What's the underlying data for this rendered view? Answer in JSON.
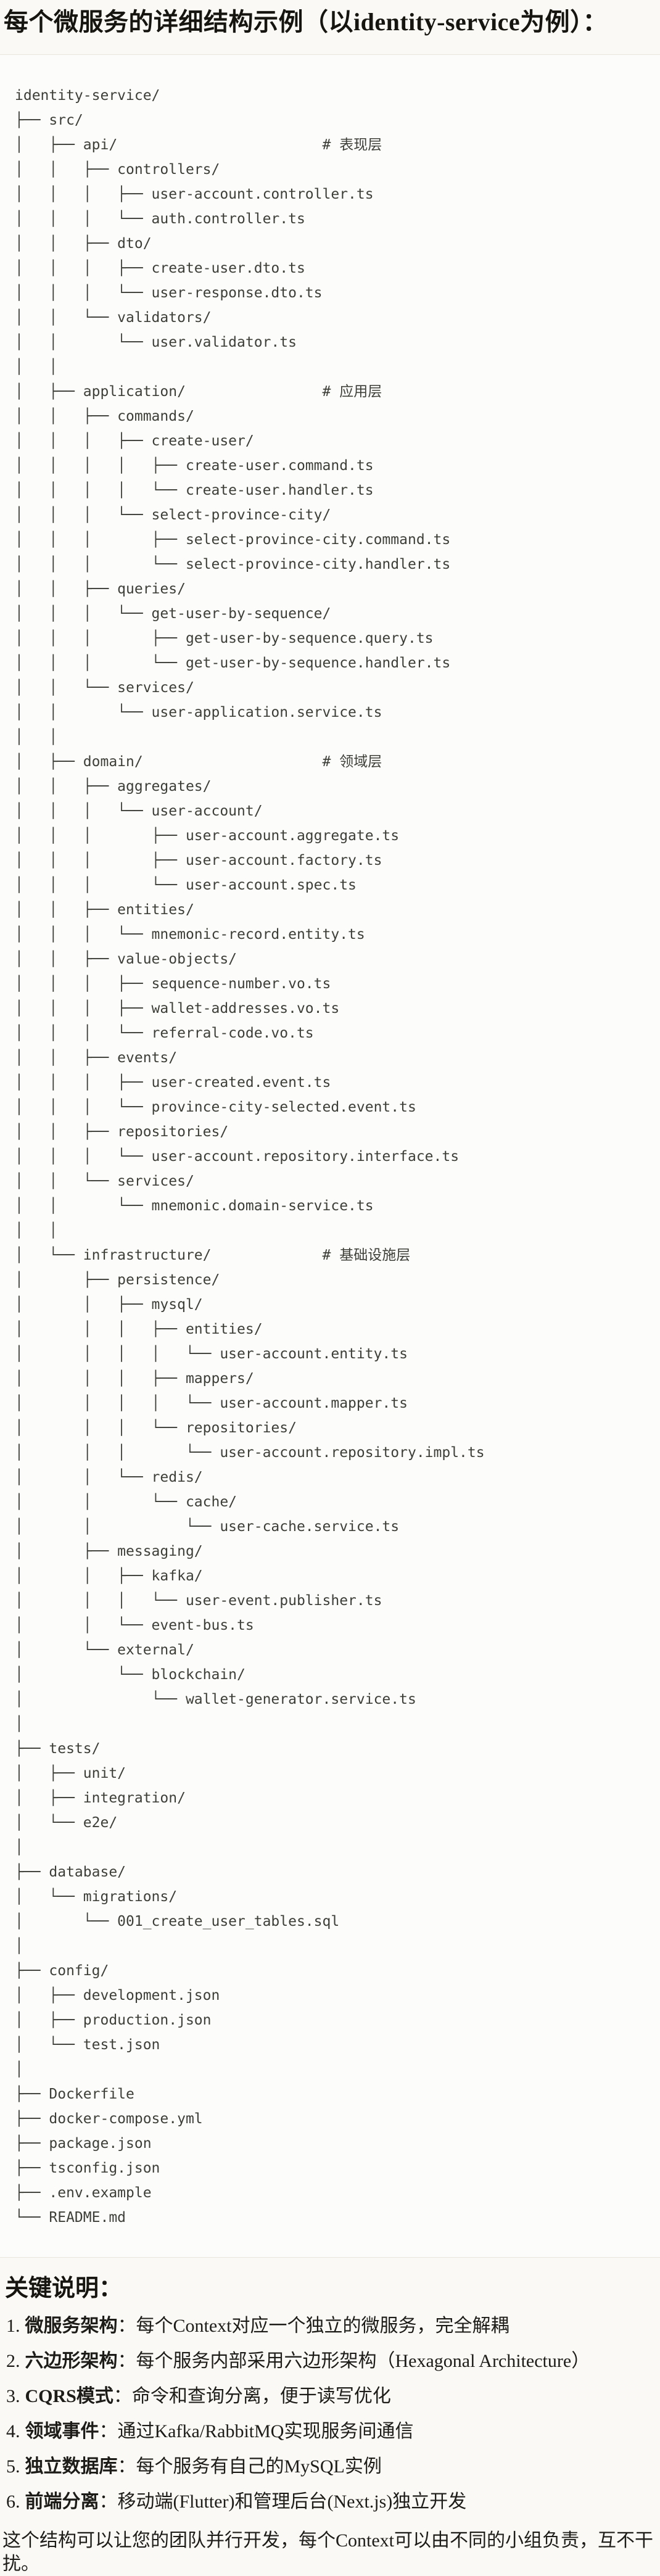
{
  "header": {
    "title": "每个微服务的详细结构示例（以identity-service为例）："
  },
  "code_block": {
    "language": "plaintext-tree",
    "tree_lines": [
      "identity-service/",
      "├── src/",
      "│   ├── api/                        # 表现层",
      "│   │   ├── controllers/",
      "│   │   │   ├── user-account.controller.ts",
      "│   │   │   └── auth.controller.ts",
      "│   │   ├── dto/",
      "│   │   │   ├── create-user.dto.ts",
      "│   │   │   └── user-response.dto.ts",
      "│   │   └── validators/",
      "│   │       └── user.validator.ts",
      "│   │",
      "│   ├── application/                # 应用层",
      "│   │   ├── commands/",
      "│   │   │   ├── create-user/",
      "│   │   │   │   ├── create-user.command.ts",
      "│   │   │   │   └── create-user.handler.ts",
      "│   │   │   └── select-province-city/",
      "│   │   │       ├── select-province-city.command.ts",
      "│   │   │       └── select-province-city.handler.ts",
      "│   │   ├── queries/",
      "│   │   │   └── get-user-by-sequence/",
      "│   │   │       ├── get-user-by-sequence.query.ts",
      "│   │   │       └── get-user-by-sequence.handler.ts",
      "│   │   └── services/",
      "│   │       └── user-application.service.ts",
      "│   │",
      "│   ├── domain/                     # 领域层",
      "│   │   ├── aggregates/",
      "│   │   │   └── user-account/",
      "│   │   │       ├── user-account.aggregate.ts",
      "│   │   │       ├── user-account.factory.ts",
      "│   │   │       └── user-account.spec.ts",
      "│   │   ├── entities/",
      "│   │   │   └── mnemonic-record.entity.ts",
      "│   │   ├── value-objects/",
      "│   │   │   ├── sequence-number.vo.ts",
      "│   │   │   ├── wallet-addresses.vo.ts",
      "│   │   │   └── referral-code.vo.ts",
      "│   │   ├── events/",
      "│   │   │   ├── user-created.event.ts",
      "│   │   │   └── province-city-selected.event.ts",
      "│   │   ├── repositories/",
      "│   │   │   └── user-account.repository.interface.ts",
      "│   │   └── services/",
      "│   │       └── mnemonic.domain-service.ts",
      "│   │",
      "│   └── infrastructure/             # 基础设施层",
      "│       ├── persistence/",
      "│       │   ├── mysql/",
      "│       │   │   ├── entities/",
      "│       │   │   │   └── user-account.entity.ts",
      "│       │   │   ├── mappers/",
      "│       │   │   │   └── user-account.mapper.ts",
      "│       │   │   └── repositories/",
      "│       │   │       └── user-account.repository.impl.ts",
      "│       │   └── redis/",
      "│       │       └── cache/",
      "│       │           └── user-cache.service.ts",
      "│       ├── messaging/",
      "│       │   ├── kafka/",
      "│       │   │   └── user-event.publisher.ts",
      "│       │   └── event-bus.ts",
      "│       └── external/",
      "│           └── blockchain/",
      "│               └── wallet-generator.service.ts",
      "│",
      "├── tests/",
      "│   ├── unit/",
      "│   ├── integration/",
      "│   └── e2e/",
      "│",
      "├── database/",
      "│   └── migrations/",
      "│       └── 001_create_user_tables.sql",
      "│",
      "├── config/",
      "│   ├── development.json",
      "│   ├── production.json",
      "│   └── test.json",
      "│",
      "├── Dockerfile",
      "├── docker-compose.yml",
      "├── package.json",
      "├── tsconfig.json",
      "├── .env.example",
      "└── README.md"
    ]
  },
  "notes": {
    "heading": "关键说明：",
    "items": [
      {
        "num": "1.",
        "term": "微服务架构",
        "desc": "：每个Context对应一个独立的微服务，完全解耦"
      },
      {
        "num": "2.",
        "term": "六边形架构",
        "desc": "：每个服务内部采用六边形架构（Hexagonal Architecture）"
      },
      {
        "num": "3.",
        "term": "CQRS模式",
        "desc": "：命令和查询分离，便于读写优化"
      },
      {
        "num": "4.",
        "term": "领域事件",
        "desc": "：通过Kafka/RabbitMQ实现服务间通信"
      },
      {
        "num": "5.",
        "term": "独立数据库",
        "desc": "：每个服务有自己的MySQL实例"
      },
      {
        "num": "6.",
        "term": "前端分离",
        "desc": "：移动端(Flutter)和管理后台(Next.js)独立开发"
      }
    ],
    "footer": "这个结构可以让您的团队并行开发，每个Context可以由不同的小组负责，互不干扰。"
  },
  "colors": {
    "page_bg": "#FAF9F5",
    "code_bg": "#FCFCFA",
    "code_border": "#E8E6DD",
    "tree_text": "#3E3E39",
    "prose_text": "#1D1C19"
  }
}
